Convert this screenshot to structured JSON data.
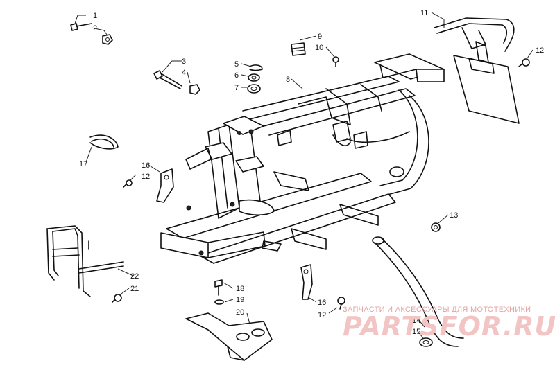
{
  "callouts": [
    "1",
    "2",
    "3",
    "4",
    "5",
    "6",
    "7",
    "8",
    "9",
    "10",
    "11",
    "12",
    "12",
    "12",
    "13",
    "14",
    "15",
    "16",
    "16",
    "17",
    "18",
    "19",
    "20",
    "21",
    "22"
  ],
  "watermark": {
    "caption": "ЗАПЧАСТИ И АКСЕССУАРЫ ДЛЯ МОТОТЕХНИКИ",
    "logo": "PARTSFOR.RU"
  }
}
